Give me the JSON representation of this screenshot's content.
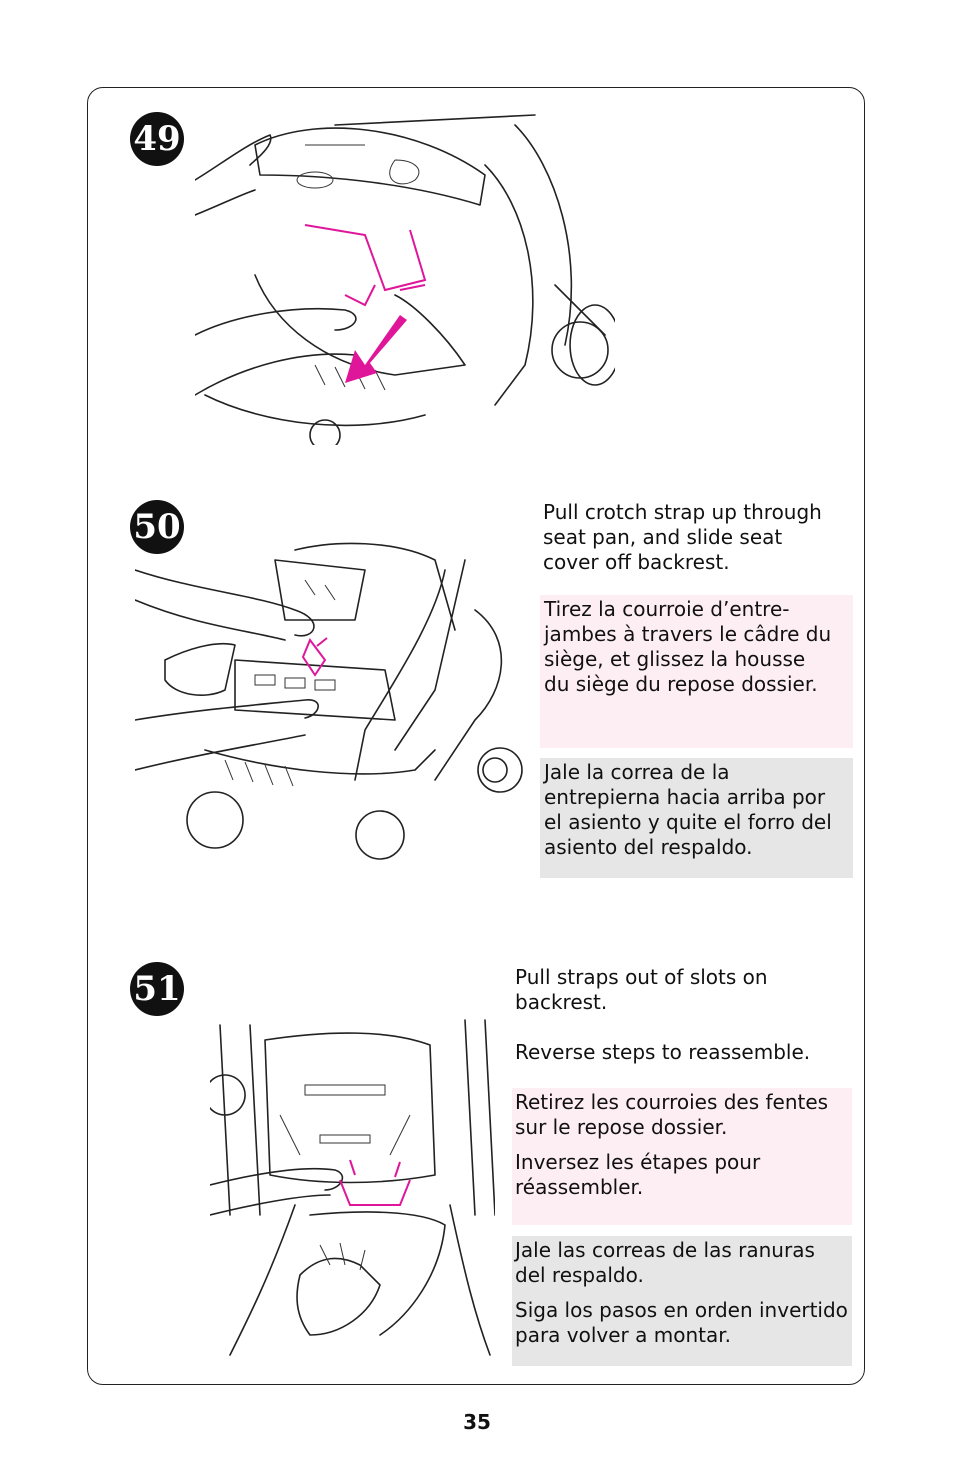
{
  "steps": [
    {
      "number": "49",
      "en": [],
      "fr": [],
      "es": []
    },
    {
      "number": "50",
      "en": [
        "Pull crotch strap up through seat pan, and slide seat cover off backrest."
      ],
      "fr": [
        "Tirez la courroie d’entre-jambes à travers le câdre du siège, et glissez la housse du siège du repose dossier."
      ],
      "es": [
        "Jale la correa de la entrepierna hacia arriba por el asiento y quite el forro del asiento del respaldo."
      ]
    },
    {
      "number": "51",
      "en": [
        "Pull straps out of slots on backrest.",
        "Reverse steps to reassemble."
      ],
      "fr": [
        "Retirez les courroies des fentes sur le repose dossier.",
        "Inversez les étapes pour réassembler."
      ],
      "es": [
        "Jale las correas de las ranuras del respaldo.",
        "Siga los pasos en orden invertido para volver a montar."
      ]
    }
  ],
  "page_number": "35",
  "colors": {
    "pink_box": "#fdeef4",
    "grey_box": "#e6e6e6",
    "accent_magenta": "#e0169a"
  }
}
